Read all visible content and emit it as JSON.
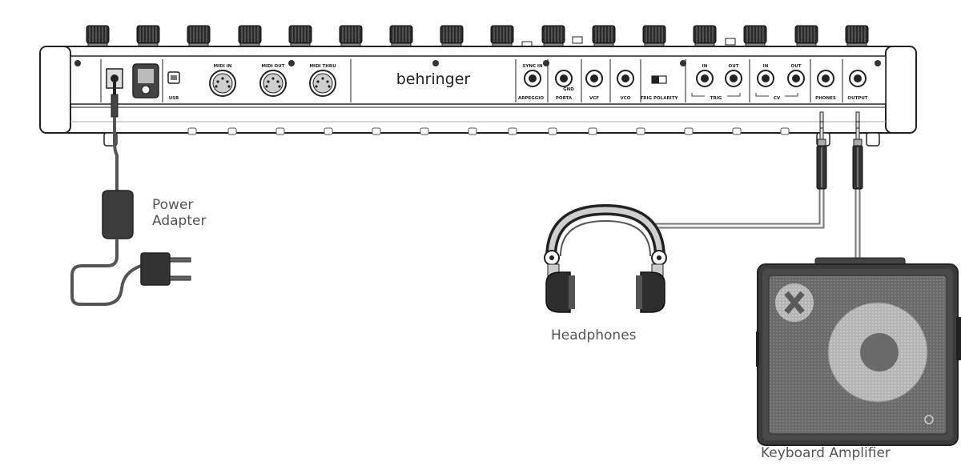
{
  "synth": {
    "brand": "behringer",
    "jack_labels": {
      "usb": "USB",
      "midi_in": "MIDI IN",
      "midi_out": "MIDI OUT",
      "midi_thru": "MIDI THRU",
      "sync_in": "SYNC IN",
      "arpeggio": "ARPEGGIO",
      "porta": "PORTA",
      "gnd": "GND",
      "vcf": "VCF",
      "vco": "VCO",
      "trig_polarity": "TRIG POLARITY",
      "trig": "TRIG",
      "trig_in": "IN",
      "trig_out": "OUT",
      "cv": "CV",
      "cv_in": "IN",
      "cv_out": "OUT",
      "phones": "PHONES",
      "output": "OUTPUT"
    }
  },
  "captions": {
    "power_adapter": [
      "Power",
      "Adapter"
    ],
    "headphones": "Headphones",
    "keyboard_amplifier": "Keyboard Amplifier"
  }
}
